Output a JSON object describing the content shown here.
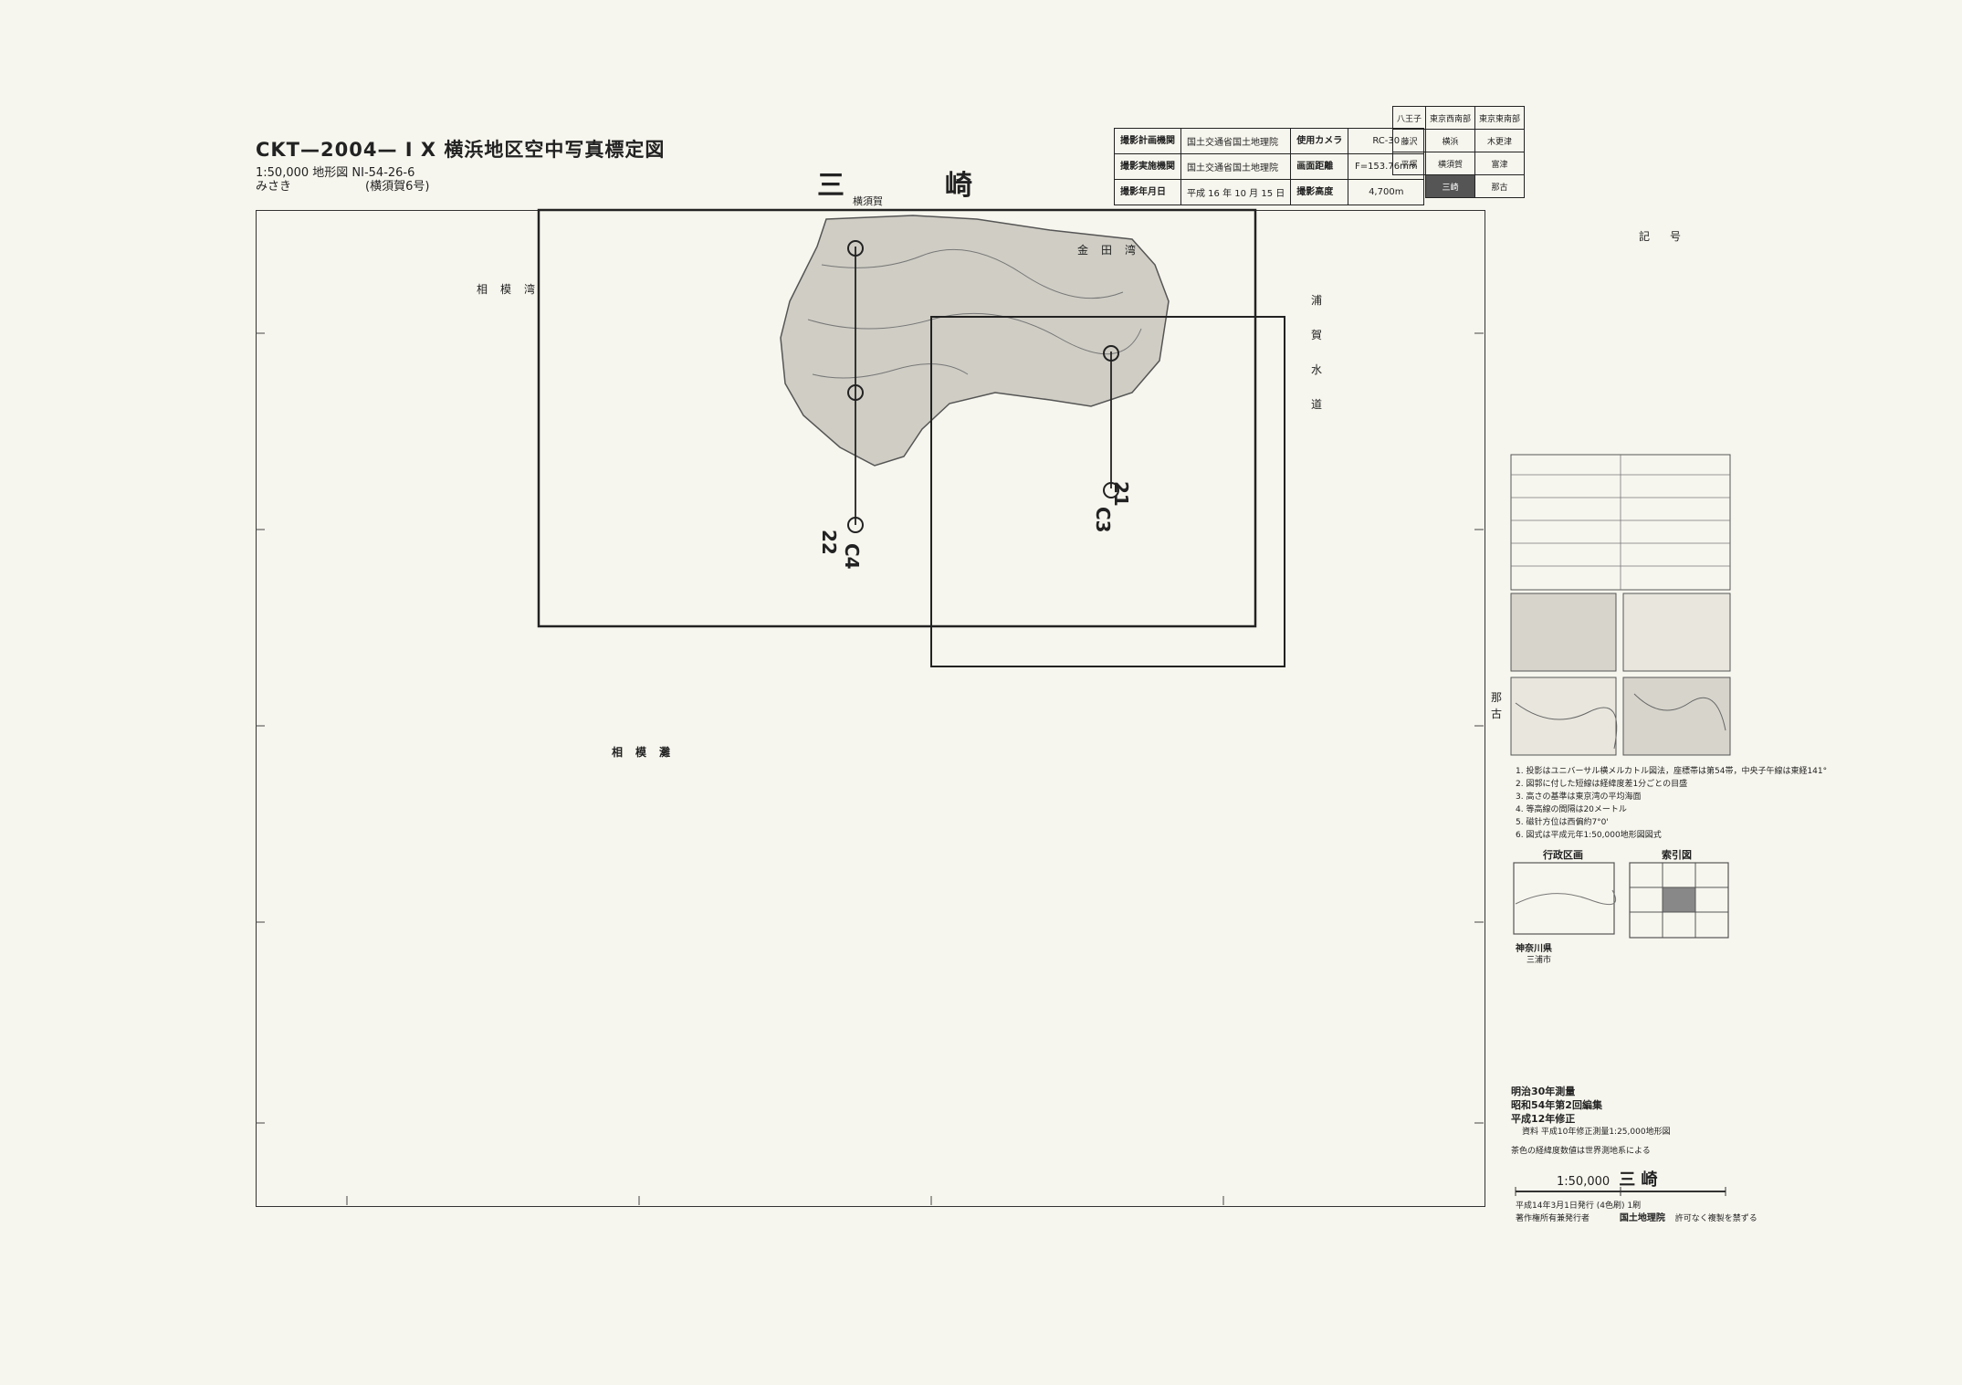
{
  "header": {
    "title": "CKT—2004— I X 横浜地区空中写真標定図",
    "scale_line": "1:50,000 地形図 NI-54-26-6",
    "sheet_reading": "みさき",
    "sheet_sub": "(横須賀6号)",
    "sheet_name": "三　崎"
  },
  "meta_table": [
    [
      "撮影計画機関",
      "国土交通省国土地理院",
      "使用カメラ",
      "RC-30"
    ],
    [
      "撮影実施機関",
      "国土交通省国土地理院",
      "画面距離",
      "F=153.76mm"
    ],
    [
      "撮影年月日",
      "平成 16 年 10 月 15 日",
      "撮影高度",
      "4,700m"
    ]
  ],
  "index_table": [
    [
      "八王子",
      "東京西南部",
      "東京東南部"
    ],
    [
      "藤沢",
      "横浜",
      "木更津"
    ],
    [
      "平塚",
      "横須賀",
      "富津"
    ],
    [
      "",
      "三崎",
      "那古"
    ]
  ],
  "map_labels": {
    "yokosuka": "横須賀",
    "kanazawa_bay": "金田湾",
    "sagami_bay_top": "相模湾",
    "sagami_nada": "相模灘",
    "uraga_channel": "浦賀水道",
    "nago": "那古"
  },
  "photos": [
    {
      "num": "21",
      "course": "C3"
    },
    {
      "num": "22",
      "course": "C4"
    }
  ],
  "legend": {
    "title": "記号",
    "notes": [
      "1. 投影はユニバーサル横メルカトル図法，座標帯は第54帯，中央子午線は東経141°",
      "2. 図郭に付した短線は経緯度差1分ごとの目盛",
      "3. 高さの基準は東京湾の平均海面",
      "4. 等高線の間隔は20メートル",
      "5. 磁针方位は西偏約7°0'",
      "6. 図式は平成元年1:50,000地形図図式"
    ],
    "admin_title": "行政区画",
    "index_title": "索引図",
    "prefecture": "神奈川県",
    "city": "三浦市"
  },
  "edition": {
    "surveyed": "明治30年測量",
    "compiled": "昭和54年第2回編集",
    "revised": "平成12年修正",
    "source": "資料  平成10年修正測量1:25,000地形図",
    "coords_note": "茶色の経緯度数値は世界測地系による"
  },
  "scale_title": {
    "scale": "1:50,000",
    "name": "三 崎"
  },
  "footer": {
    "issue": "平成14年3月1日発行 (4色刷)  1刷",
    "rights": "著作権所有兼発行者",
    "publisher": "国土地理院",
    "prohibit": "許可なく複製を禁ずる"
  }
}
